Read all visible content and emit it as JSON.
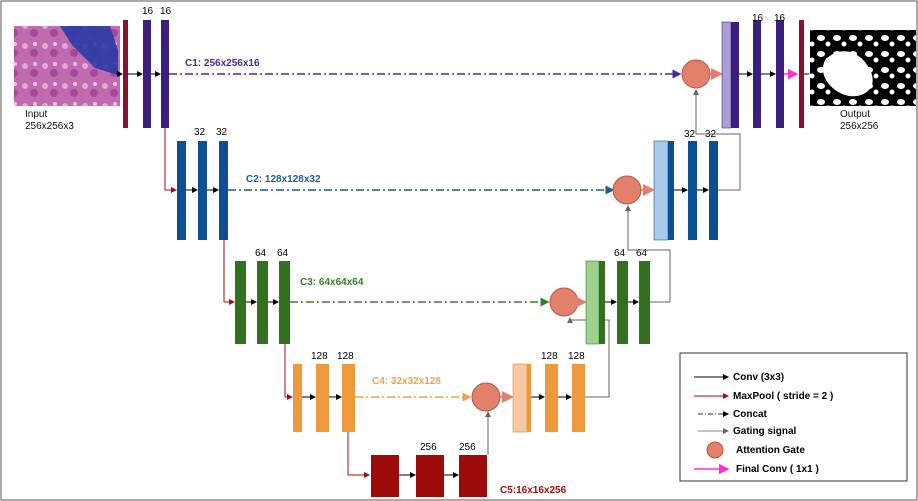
{
  "input": {
    "label": "Input",
    "size": "256x256x3"
  },
  "output": {
    "label": "Output",
    "size": "256x256"
  },
  "levels": [
    {
      "label": "C1: 256x256x16",
      "color": "#4b2a8c",
      "enc_channels": [
        "16",
        "16"
      ],
      "dec_channels": [
        "16",
        "16"
      ]
    },
    {
      "label": "C2: 128x128x32",
      "color": "#1f5b99",
      "enc_channels": [
        "32",
        "32"
      ],
      "dec_channels": [
        "32",
        "32"
      ]
    },
    {
      "label": "C3: 64x64x64",
      "color": "#3a7d2a",
      "enc_channels": [
        "64",
        "64"
      ],
      "dec_channels": [
        "64",
        "64"
      ]
    },
    {
      "label": "C4: 32x32x128",
      "color": "#f0a24a",
      "enc_channels": [
        "128",
        "128"
      ],
      "dec_channels": [
        "128",
        "128"
      ]
    },
    {
      "label": "C5:16x16x256",
      "color": "#a50d0d",
      "enc_channels": [
        "256",
        "256"
      ]
    }
  ],
  "colors": {
    "c1_block": "#3c1e7d",
    "c1_concat": "#a9a0d6",
    "c2_block": "#0e4f94",
    "c2_concat": "#a7c9ea",
    "c3_block": "#33701f",
    "c3_concat": "#9fd18f",
    "c4_block": "#ee9a3c",
    "c4_concat": "#f8c9a0",
    "c5_block": "#9c0a0a",
    "io_bar": "#8b1030",
    "attention_gate": "#e2806c",
    "final_conv": "#ff33cc"
  },
  "legend": {
    "conv": "Conv (3x3)",
    "maxpool": "MaxPool ( stride = 2 )",
    "concat": "Concat",
    "gating": "Gating signal",
    "attention": "Attention Gate",
    "final": "Final Conv ( 1x1 )"
  }
}
